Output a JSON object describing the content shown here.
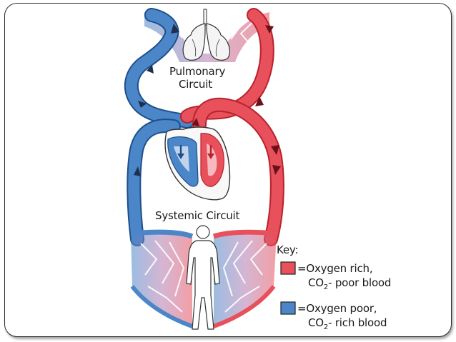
{
  "diagram": {
    "labels": {
      "pulmonary_line1": "Pulmonary",
      "pulmonary_line2": "Circuit",
      "systemic": "Systemic Circuit"
    },
    "key": {
      "title": "Key:",
      "oxygen_rich": {
        "line1": "=Oxygen rich,",
        "line2_prefix": "CO",
        "line2_sub": "2",
        "line2_suffix": "- poor blood",
        "color": "#e8505b"
      },
      "oxygen_poor": {
        "line1": "=Oxygen poor,",
        "line2_prefix": "CO",
        "line2_sub": "2",
        "line2_suffix": "- rich blood",
        "color": "#4a86c8"
      }
    },
    "colors": {
      "red": "#e8505b",
      "red_dark": "#b8232e",
      "blue": "#4a86c8",
      "blue_dark": "#1f4f8a",
      "capillary_mix": "#9a6fa8"
    }
  }
}
